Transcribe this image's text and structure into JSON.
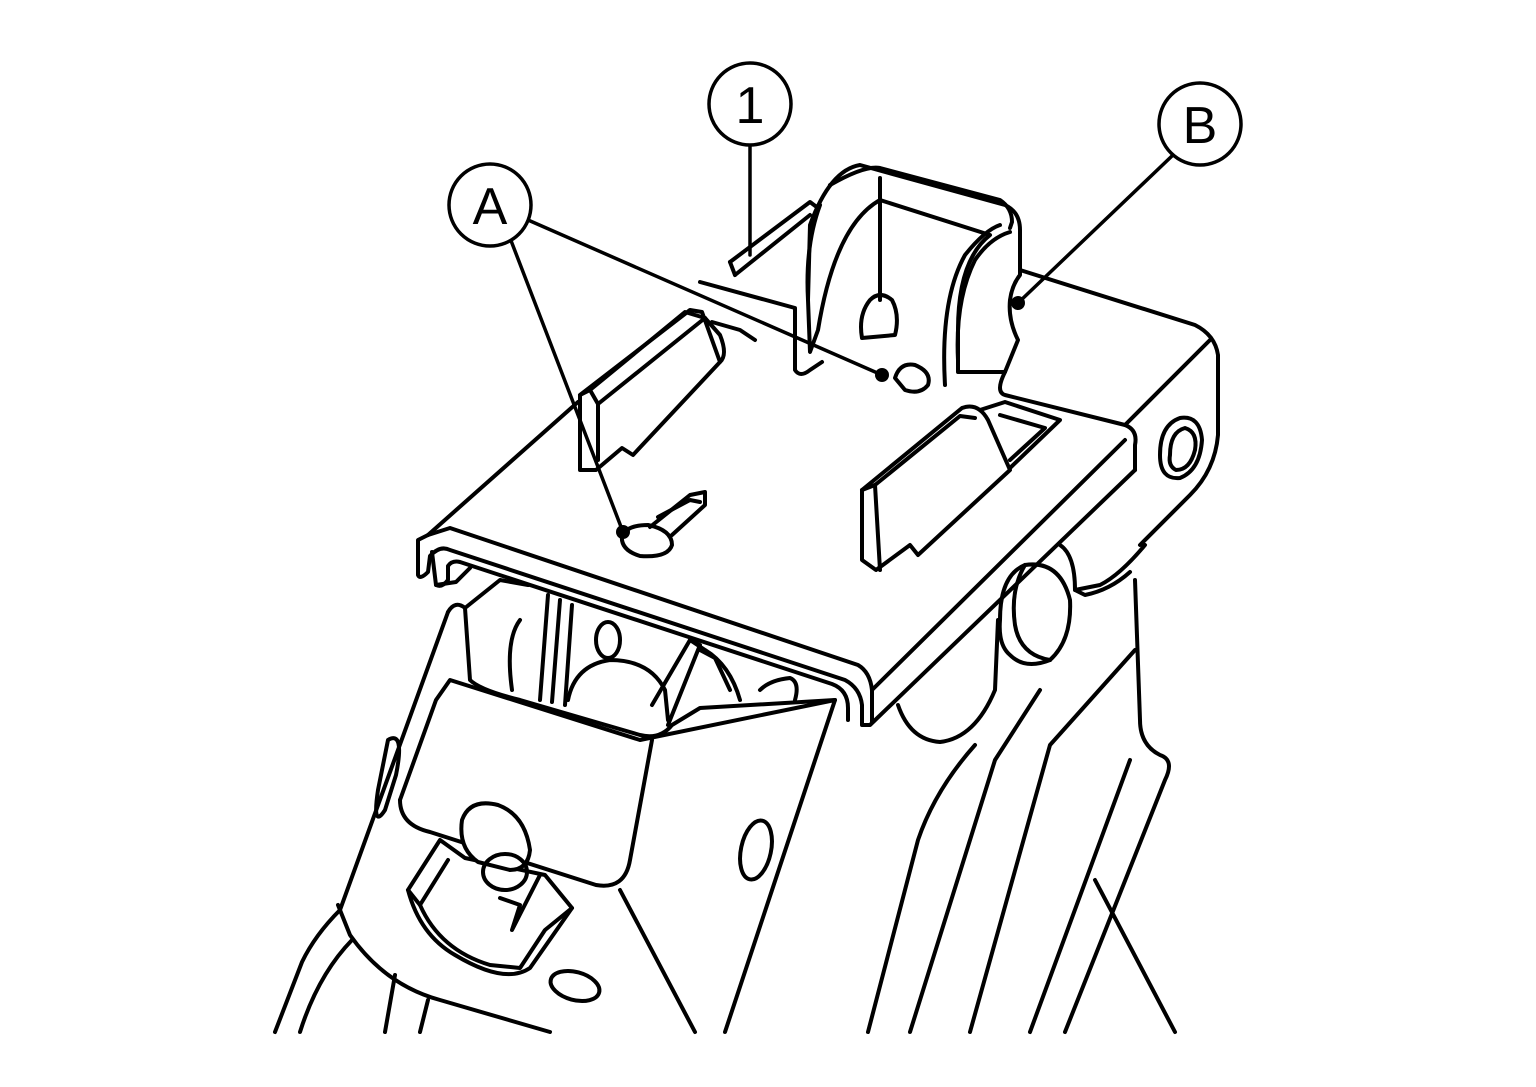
{
  "callouts": {
    "part_1": {
      "label": "1"
    },
    "point_a": {
      "label": "A"
    },
    "point_b": {
      "label": "B"
    }
  },
  "colors": {
    "line": "#000000",
    "background": "#ffffff"
  }
}
